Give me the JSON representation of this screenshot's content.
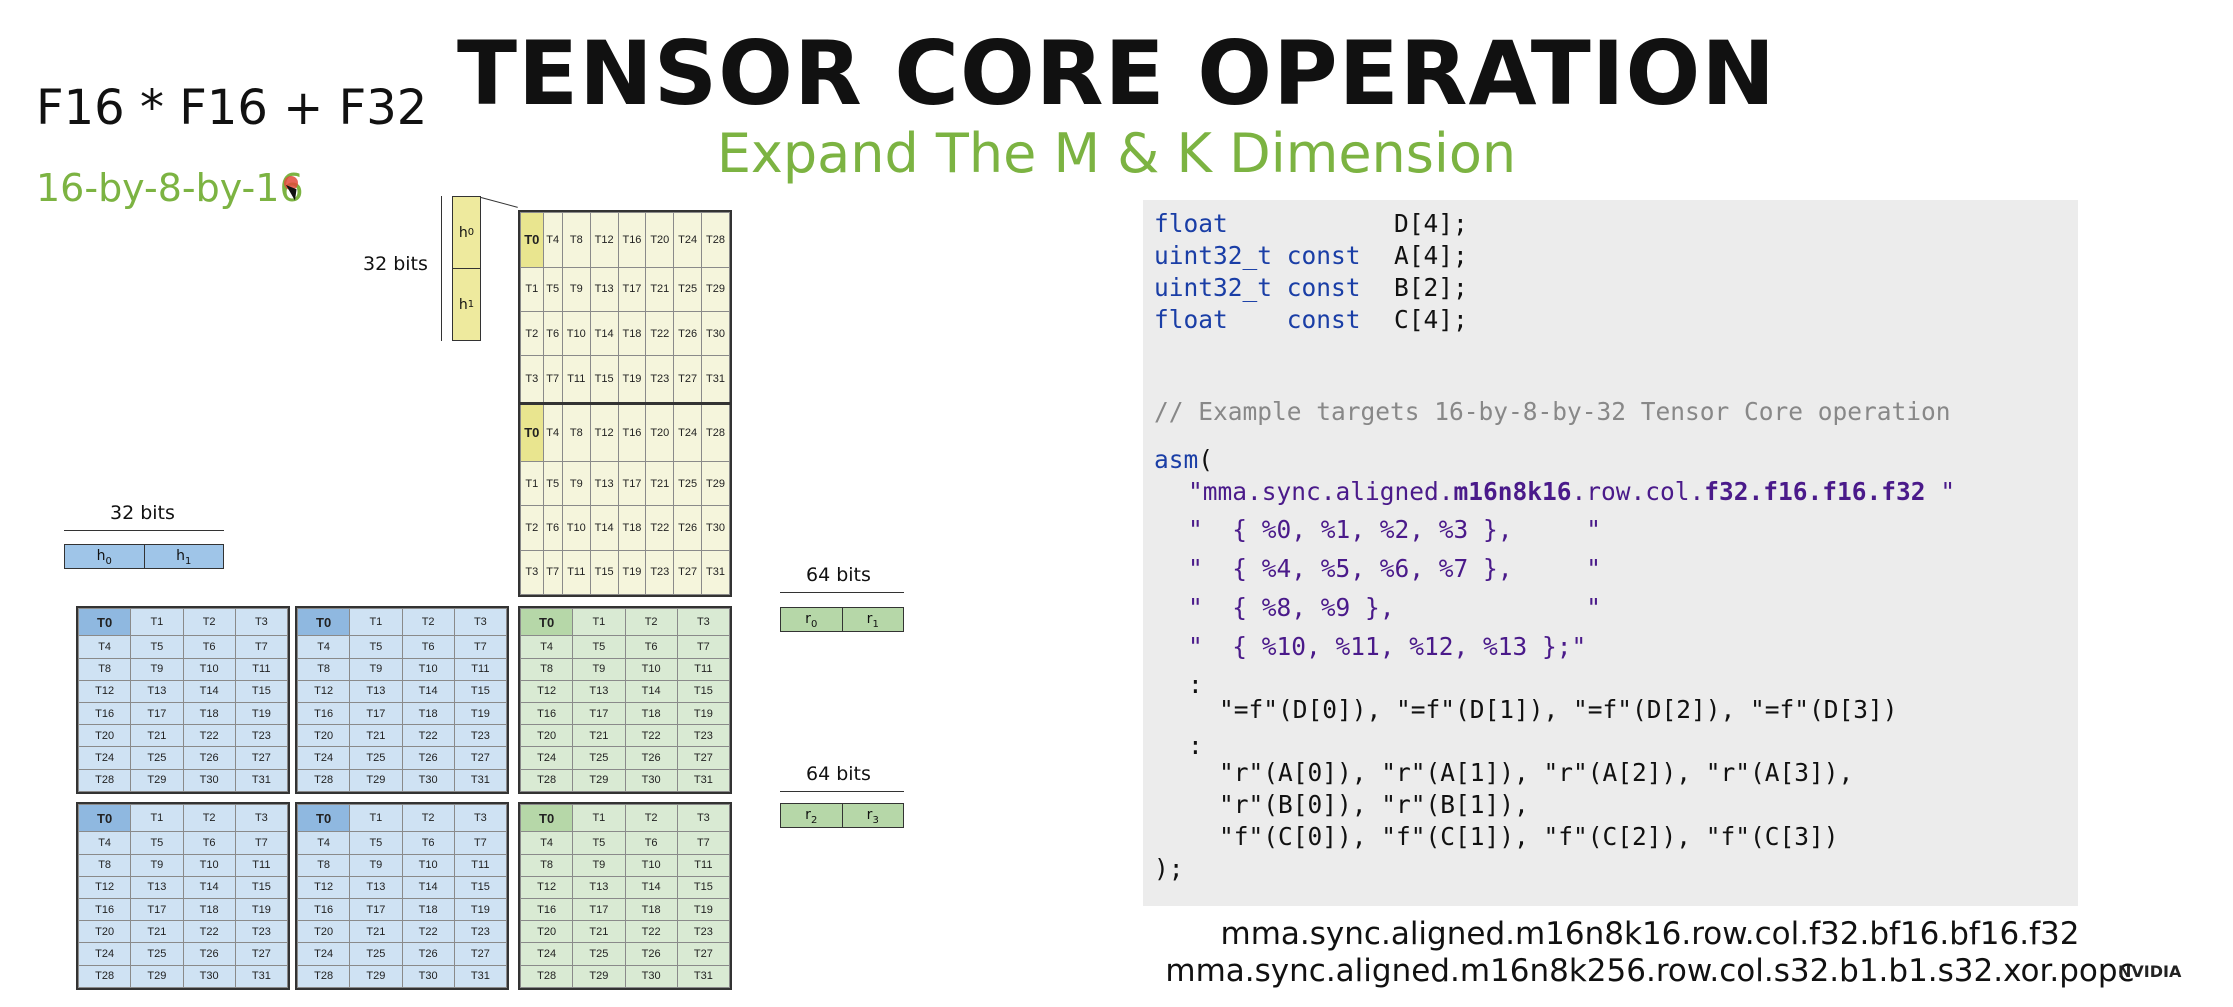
{
  "header": {
    "title": "TENSOR CORE OPERATION",
    "subtitle": "Expand The M & K Dimension",
    "formula": "F16 * F16 + F32",
    "shape": "16-by-8-by-16"
  },
  "colors": {
    "accent_green": "#7cb342",
    "matrix_a": "#cfe2f3",
    "matrix_b": "#f5f5dc",
    "matrix_c": "#d9ead3"
  },
  "diagram": {
    "b_register": {
      "bits_label": "32 bits",
      "cells": [
        "h0",
        "h1"
      ]
    },
    "a_register": {
      "bits_label": "32 bits",
      "cells": [
        "h0",
        "h1"
      ]
    },
    "c_register_top": {
      "bits_label": "64 bits",
      "cells": [
        "r0",
        "r1"
      ]
    },
    "c_register_bottom": {
      "bits_label": "64 bits",
      "cells": [
        "r2",
        "r3"
      ]
    }
  },
  "code": {
    "decl1_type": "float",
    "decl1_var": "D[4];",
    "decl2_type": "uint32_t const",
    "decl2_var": "A[4];",
    "decl3_type": "uint32_t const",
    "decl3_var": "B[2];",
    "decl4_type": "float    const",
    "decl4_var": "C[4];",
    "comment": "// Example targets 16-by-8-by-32 Tensor Core operation",
    "asm_kw": "asm",
    "asm_open": "(",
    "instr_open": "\"mma.sync.aligned.",
    "instr_bold1": "m16n8k16",
    "instr_mid": ".row.col.",
    "instr_bold2": "f32.f16.f16.f32",
    "instr_close": " \"",
    "op1": "\"  { %0, %1, %2, %3 },     \"",
    "op2": "\"  { %4, %5, %6, %7 },     \"",
    "op3": "\"  { %8, %9 },             \"",
    "op4": "\"  { %10, %11, %12, %13 };\"",
    "colon1": ":",
    "outputs": "\"=f\"(D[0]), \"=f\"(D[1]), \"=f\"(D[2]), \"=f\"(D[3])",
    "colon2": ":",
    "inputs1": "\"r\"(A[0]), \"r\"(A[1]), \"r\"(A[2]), \"r\"(A[3]),",
    "inputs2": "\"r\"(B[0]), \"r\"(B[1]),",
    "inputs3": "\"f\"(C[0]), \"f\"(C[1]), \"f\"(C[2]), \"f\"(C[3])",
    "close": ");"
  },
  "footer": {
    "line1": "mma.sync.aligned.m16n8k16.row.col.f32.bf16.bf16.f32",
    "line2": "mma.sync.aligned.m16n8k256.row.col.s32.b1.b1.s32.xor.popc",
    "logo": "NVIDIA"
  }
}
